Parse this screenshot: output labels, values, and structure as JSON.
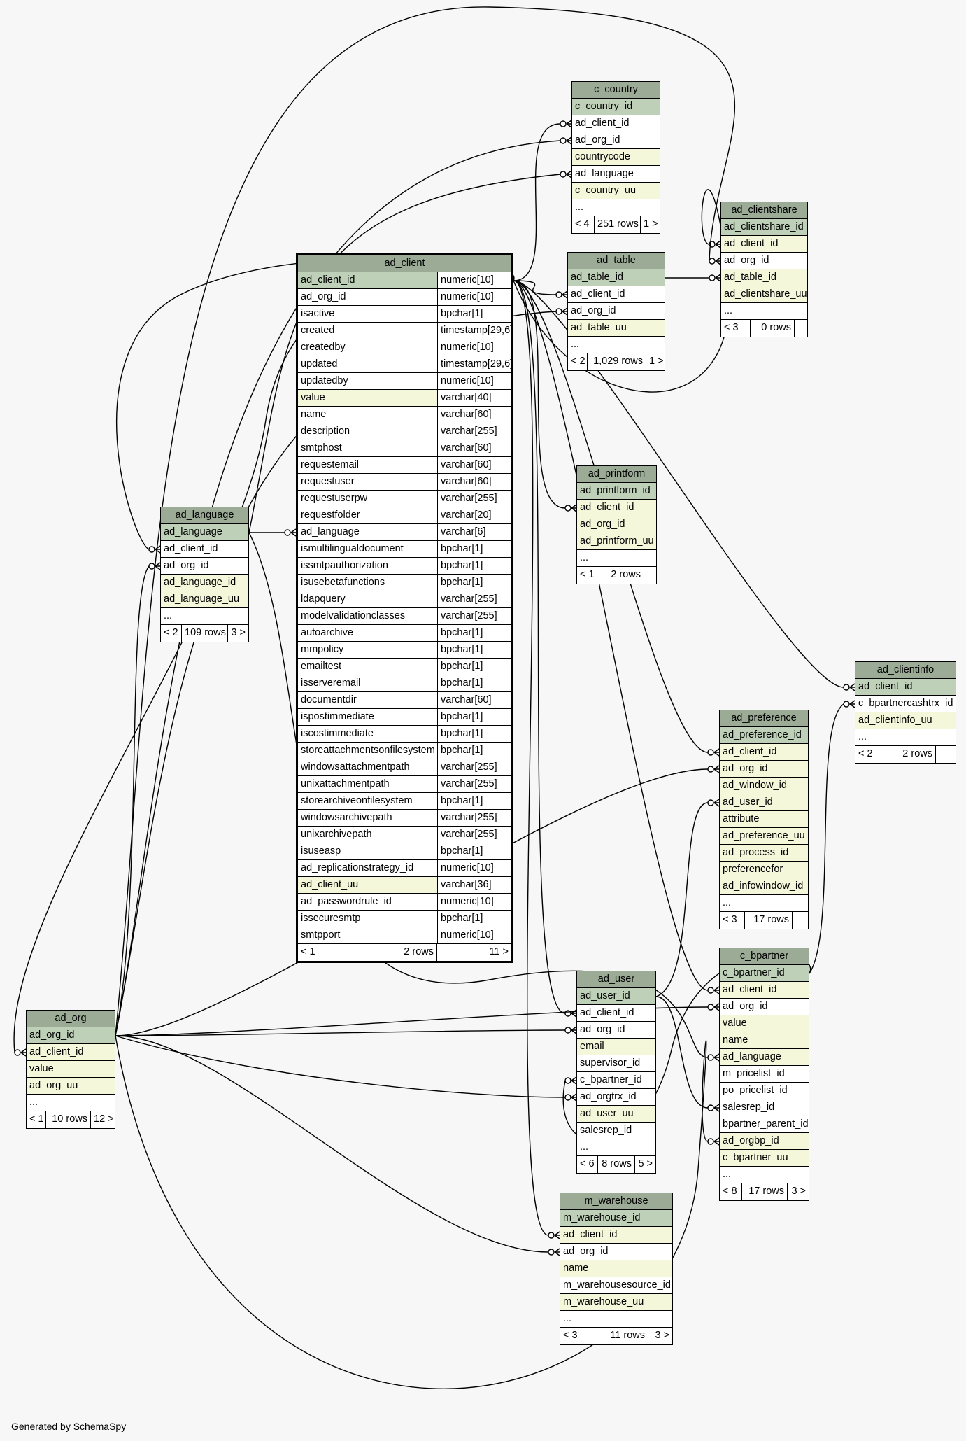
{
  "footer": "Generated by SchemaSpy",
  "colors": {
    "title_bg": "#9bab96",
    "pk_bg": "#bed1b8",
    "fk_bg": "#f4f7da",
    "plain_bg": "#ffffff",
    "background": "#f7f7f7"
  },
  "tables": [
    {
      "id": "ad_client",
      "title": "ad_client",
      "focus": true,
      "columns": [
        {
          "name": "ad_client_id",
          "type": "numeric[10]",
          "kind": "pk"
        },
        {
          "name": "ad_org_id",
          "type": "numeric[10]",
          "kind": "plain"
        },
        {
          "name": "isactive",
          "type": "bpchar[1]",
          "kind": "plain"
        },
        {
          "name": "created",
          "type": "timestamp[29,6]",
          "kind": "plain"
        },
        {
          "name": "createdby",
          "type": "numeric[10]",
          "kind": "plain"
        },
        {
          "name": "updated",
          "type": "timestamp[29,6]",
          "kind": "plain"
        },
        {
          "name": "updatedby",
          "type": "numeric[10]",
          "kind": "plain"
        },
        {
          "name": "value",
          "type": "varchar[40]",
          "kind": "fk"
        },
        {
          "name": "name",
          "type": "varchar[60]",
          "kind": "plain"
        },
        {
          "name": "description",
          "type": "varchar[255]",
          "kind": "plain"
        },
        {
          "name": "smtphost",
          "type": "varchar[60]",
          "kind": "plain"
        },
        {
          "name": "requestemail",
          "type": "varchar[60]",
          "kind": "plain"
        },
        {
          "name": "requestuser",
          "type": "varchar[60]",
          "kind": "plain"
        },
        {
          "name": "requestuserpw",
          "type": "varchar[255]",
          "kind": "plain"
        },
        {
          "name": "requestfolder",
          "type": "varchar[20]",
          "kind": "plain"
        },
        {
          "name": "ad_language",
          "type": "varchar[6]",
          "kind": "plain"
        },
        {
          "name": "ismultilingualdocument",
          "type": "bpchar[1]",
          "kind": "plain"
        },
        {
          "name": "issmtpauthorization",
          "type": "bpchar[1]",
          "kind": "plain"
        },
        {
          "name": "isusebetafunctions",
          "type": "bpchar[1]",
          "kind": "plain"
        },
        {
          "name": "ldapquery",
          "type": "varchar[255]",
          "kind": "plain"
        },
        {
          "name": "modelvalidationclasses",
          "type": "varchar[255]",
          "kind": "plain"
        },
        {
          "name": "autoarchive",
          "type": "bpchar[1]",
          "kind": "plain"
        },
        {
          "name": "mmpolicy",
          "type": "bpchar[1]",
          "kind": "plain"
        },
        {
          "name": "emailtest",
          "type": "bpchar[1]",
          "kind": "plain"
        },
        {
          "name": "isserveremail",
          "type": "bpchar[1]",
          "kind": "plain"
        },
        {
          "name": "documentdir",
          "type": "varchar[60]",
          "kind": "plain"
        },
        {
          "name": "ispostimmediate",
          "type": "bpchar[1]",
          "kind": "plain"
        },
        {
          "name": "iscostimmediate",
          "type": "bpchar[1]",
          "kind": "plain"
        },
        {
          "name": "storeattachmentsonfilesystem",
          "type": "bpchar[1]",
          "kind": "plain"
        },
        {
          "name": "windowsattachmentpath",
          "type": "varchar[255]",
          "kind": "plain"
        },
        {
          "name": "unixattachmentpath",
          "type": "varchar[255]",
          "kind": "plain"
        },
        {
          "name": "storearchiveonfilesystem",
          "type": "bpchar[1]",
          "kind": "plain"
        },
        {
          "name": "windowsarchivepath",
          "type": "varchar[255]",
          "kind": "plain"
        },
        {
          "name": "unixarchivepath",
          "type": "varchar[255]",
          "kind": "plain"
        },
        {
          "name": "isuseasp",
          "type": "bpchar[1]",
          "kind": "plain"
        },
        {
          "name": "ad_replicationstrategy_id",
          "type": "numeric[10]",
          "kind": "plain"
        },
        {
          "name": "ad_client_uu",
          "type": "varchar[36]",
          "kind": "fk"
        },
        {
          "name": "ad_passwordrule_id",
          "type": "numeric[10]",
          "kind": "plain"
        },
        {
          "name": "issecuresmtp",
          "type": "bpchar[1]",
          "kind": "plain"
        },
        {
          "name": "smtpport",
          "type": "numeric[10]",
          "kind": "plain"
        }
      ],
      "footer": [
        "< 1",
        "2 rows",
        "11 >"
      ]
    },
    {
      "id": "c_country",
      "title": "c_country",
      "focus": false,
      "columns": [
        {
          "name": "c_country_id",
          "kind": "pk"
        },
        {
          "name": "ad_client_id",
          "kind": "plain"
        },
        {
          "name": "ad_org_id",
          "kind": "plain"
        },
        {
          "name": "countrycode",
          "kind": "fk"
        },
        {
          "name": "ad_language",
          "kind": "plain"
        },
        {
          "name": "c_country_uu",
          "kind": "fk"
        },
        {
          "name": "...",
          "kind": "plain"
        }
      ],
      "footer": [
        "< 4",
        "251 rows",
        "1 >"
      ]
    },
    {
      "id": "ad_clientshare",
      "title": "ad_clientshare",
      "focus": false,
      "columns": [
        {
          "name": "ad_clientshare_id",
          "kind": "pk"
        },
        {
          "name": "ad_client_id",
          "kind": "fk"
        },
        {
          "name": "ad_org_id",
          "kind": "plain"
        },
        {
          "name": "ad_table_id",
          "kind": "fk"
        },
        {
          "name": "ad_clientshare_uu",
          "kind": "fk"
        },
        {
          "name": "...",
          "kind": "plain"
        }
      ],
      "footer": [
        "< 3",
        "0 rows",
        ""
      ]
    },
    {
      "id": "ad_table",
      "title": "ad_table",
      "focus": false,
      "columns": [
        {
          "name": "ad_table_id",
          "kind": "pk"
        },
        {
          "name": "ad_client_id",
          "kind": "plain"
        },
        {
          "name": "ad_org_id",
          "kind": "plain"
        },
        {
          "name": "ad_table_uu",
          "kind": "fk"
        },
        {
          "name": "...",
          "kind": "plain"
        }
      ],
      "footer": [
        "< 2",
        "1,029 rows",
        "1 >"
      ]
    },
    {
      "id": "ad_printform",
      "title": "ad_printform",
      "focus": false,
      "columns": [
        {
          "name": "ad_printform_id",
          "kind": "pk"
        },
        {
          "name": "ad_client_id",
          "kind": "fk"
        },
        {
          "name": "ad_org_id",
          "kind": "fk"
        },
        {
          "name": "ad_printform_uu",
          "kind": "fk"
        },
        {
          "name": "...",
          "kind": "plain"
        }
      ],
      "footer": [
        "< 1",
        "2 rows",
        ""
      ]
    },
    {
      "id": "ad_language",
      "title": "ad_language",
      "focus": false,
      "columns": [
        {
          "name": "ad_language",
          "kind": "pk"
        },
        {
          "name": "ad_client_id",
          "kind": "plain"
        },
        {
          "name": "ad_org_id",
          "kind": "plain"
        },
        {
          "name": "ad_language_id",
          "kind": "fk"
        },
        {
          "name": "ad_language_uu",
          "kind": "fk"
        },
        {
          "name": "...",
          "kind": "plain"
        }
      ],
      "footer": [
        "< 2",
        "109 rows",
        "3 >"
      ]
    },
    {
      "id": "ad_clientinfo",
      "title": "ad_clientinfo",
      "focus": false,
      "columns": [
        {
          "name": "ad_client_id",
          "kind": "pk"
        },
        {
          "name": "c_bpartnercashtrx_id",
          "kind": "plain"
        },
        {
          "name": "ad_clientinfo_uu",
          "kind": "fk"
        },
        {
          "name": "...",
          "kind": "plain"
        }
      ],
      "footer": [
        "< 2",
        "2 rows",
        ""
      ]
    },
    {
      "id": "ad_preference",
      "title": "ad_preference",
      "focus": false,
      "columns": [
        {
          "name": "ad_preference_id",
          "kind": "pk"
        },
        {
          "name": "ad_client_id",
          "kind": "fk"
        },
        {
          "name": "ad_org_id",
          "kind": "fk"
        },
        {
          "name": "ad_window_id",
          "kind": "fk"
        },
        {
          "name": "ad_user_id",
          "kind": "fk"
        },
        {
          "name": "attribute",
          "kind": "fk"
        },
        {
          "name": "ad_preference_uu",
          "kind": "fk"
        },
        {
          "name": "ad_process_id",
          "kind": "fk"
        },
        {
          "name": "preferencefor",
          "kind": "fk"
        },
        {
          "name": "ad_infowindow_id",
          "kind": "fk"
        },
        {
          "name": "...",
          "kind": "plain"
        }
      ],
      "footer": [
        "< 3",
        "17 rows",
        ""
      ]
    },
    {
      "id": "c_bpartner",
      "title": "c_bpartner",
      "focus": false,
      "columns": [
        {
          "name": "c_bpartner_id",
          "kind": "pk"
        },
        {
          "name": "ad_client_id",
          "kind": "fk"
        },
        {
          "name": "ad_org_id",
          "kind": "plain"
        },
        {
          "name": "value",
          "kind": "fk"
        },
        {
          "name": "name",
          "kind": "fk"
        },
        {
          "name": "ad_language",
          "kind": "fk"
        },
        {
          "name": "m_pricelist_id",
          "kind": "plain"
        },
        {
          "name": "po_pricelist_id",
          "kind": "plain"
        },
        {
          "name": "salesrep_id",
          "kind": "plain"
        },
        {
          "name": "bpartner_parent_id",
          "kind": "plain"
        },
        {
          "name": "ad_orgbp_id",
          "kind": "fk"
        },
        {
          "name": "c_bpartner_uu",
          "kind": "fk"
        },
        {
          "name": "...",
          "kind": "plain"
        }
      ],
      "footer": [
        "< 8",
        "17 rows",
        "3 >"
      ]
    },
    {
      "id": "ad_user",
      "title": "ad_user",
      "focus": false,
      "columns": [
        {
          "name": "ad_user_id",
          "kind": "pk"
        },
        {
          "name": "ad_client_id",
          "kind": "plain"
        },
        {
          "name": "ad_org_id",
          "kind": "plain"
        },
        {
          "name": "email",
          "kind": "fk"
        },
        {
          "name": "supervisor_id",
          "kind": "plain"
        },
        {
          "name": "c_bpartner_id",
          "kind": "plain"
        },
        {
          "name": "ad_orgtrx_id",
          "kind": "plain"
        },
        {
          "name": "ad_user_uu",
          "kind": "fk"
        },
        {
          "name": "salesrep_id",
          "kind": "plain"
        },
        {
          "name": "...",
          "kind": "plain"
        }
      ],
      "footer": [
        "< 6",
        "8 rows",
        "5 >"
      ]
    },
    {
      "id": "ad_org",
      "title": "ad_org",
      "focus": false,
      "columns": [
        {
          "name": "ad_org_id",
          "kind": "pk"
        },
        {
          "name": "ad_client_id",
          "kind": "fk"
        },
        {
          "name": "value",
          "kind": "fk"
        },
        {
          "name": "ad_org_uu",
          "kind": "fk"
        },
        {
          "name": "...",
          "kind": "plain"
        }
      ],
      "footer": [
        "< 1",
        "10 rows",
        "12 >"
      ]
    },
    {
      "id": "m_warehouse",
      "title": "m_warehouse",
      "focus": false,
      "columns": [
        {
          "name": "m_warehouse_id",
          "kind": "pk"
        },
        {
          "name": "ad_client_id",
          "kind": "fk"
        },
        {
          "name": "ad_org_id",
          "kind": "plain"
        },
        {
          "name": "name",
          "kind": "fk"
        },
        {
          "name": "m_warehousesource_id",
          "kind": "plain"
        },
        {
          "name": "m_warehouse_uu",
          "kind": "fk"
        },
        {
          "name": "...",
          "kind": "plain"
        }
      ],
      "footer": [
        "< 3",
        "11 rows",
        "3 >"
      ]
    }
  ]
}
